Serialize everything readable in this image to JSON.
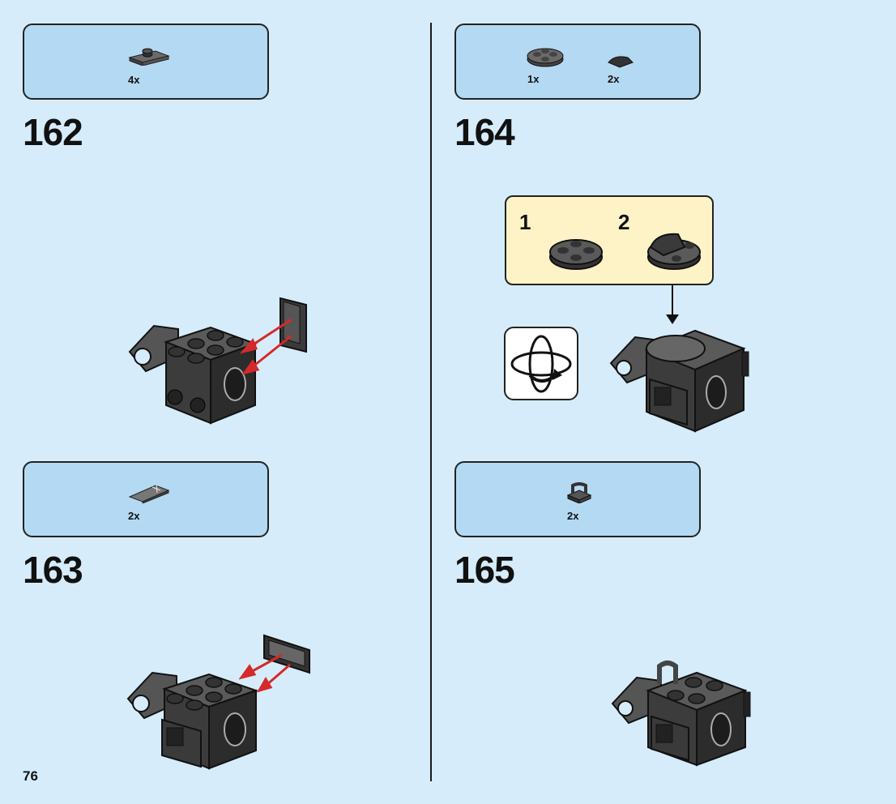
{
  "page": {
    "number": "76"
  },
  "steps": [
    {
      "number": "162",
      "parts": [
        {
          "icon": "plate-1x2-jumper",
          "qty": "4x"
        }
      ]
    },
    {
      "number": "163",
      "parts": [
        {
          "icon": "tile-1x2-printed",
          "qty": "2x"
        }
      ]
    },
    {
      "number": "164",
      "parts": [
        {
          "icon": "round-plate-2x2",
          "qty": "1x"
        },
        {
          "icon": "curved-tile-1x1-quarter",
          "qty": "2x"
        }
      ],
      "callout": {
        "sub1": "1",
        "sub2": "2"
      },
      "rotate_icon": "rotate-model-icon"
    },
    {
      "number": "165",
      "parts": [
        {
          "icon": "plate-clip-1x1",
          "qty": "2x"
        }
      ]
    }
  ],
  "colors": {
    "background": "#d6ecfa",
    "parts_box": "#b4d9f2",
    "callout": "#fdf3c6",
    "arrow": "#d42a2a",
    "brick": "#4a4a4a"
  }
}
